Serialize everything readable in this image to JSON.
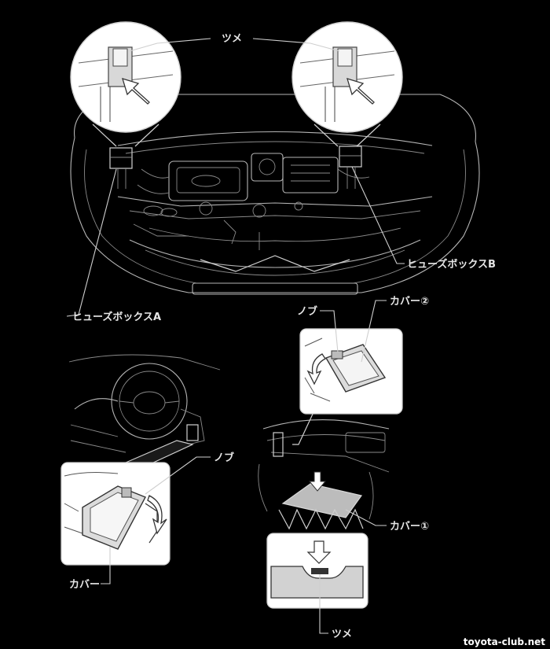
{
  "labels": {
    "tsume_top": "ツメ",
    "fuse_box_a": "ヒューズボックスA",
    "fuse_box_b": "ヒューズボックスB",
    "cover_2": "カバー②",
    "knob_right": "ノブ",
    "knob_left": "ノブ",
    "cover_left": "カバー",
    "cover_1": "カバー①",
    "tsume_bottom": "ツメ"
  },
  "watermark": "toyota-club.net",
  "colors": {
    "background": "#000000",
    "line_art": "#d0d0d0",
    "panel": "#1a1a1a",
    "cover_fill": "#9a9a9a"
  }
}
